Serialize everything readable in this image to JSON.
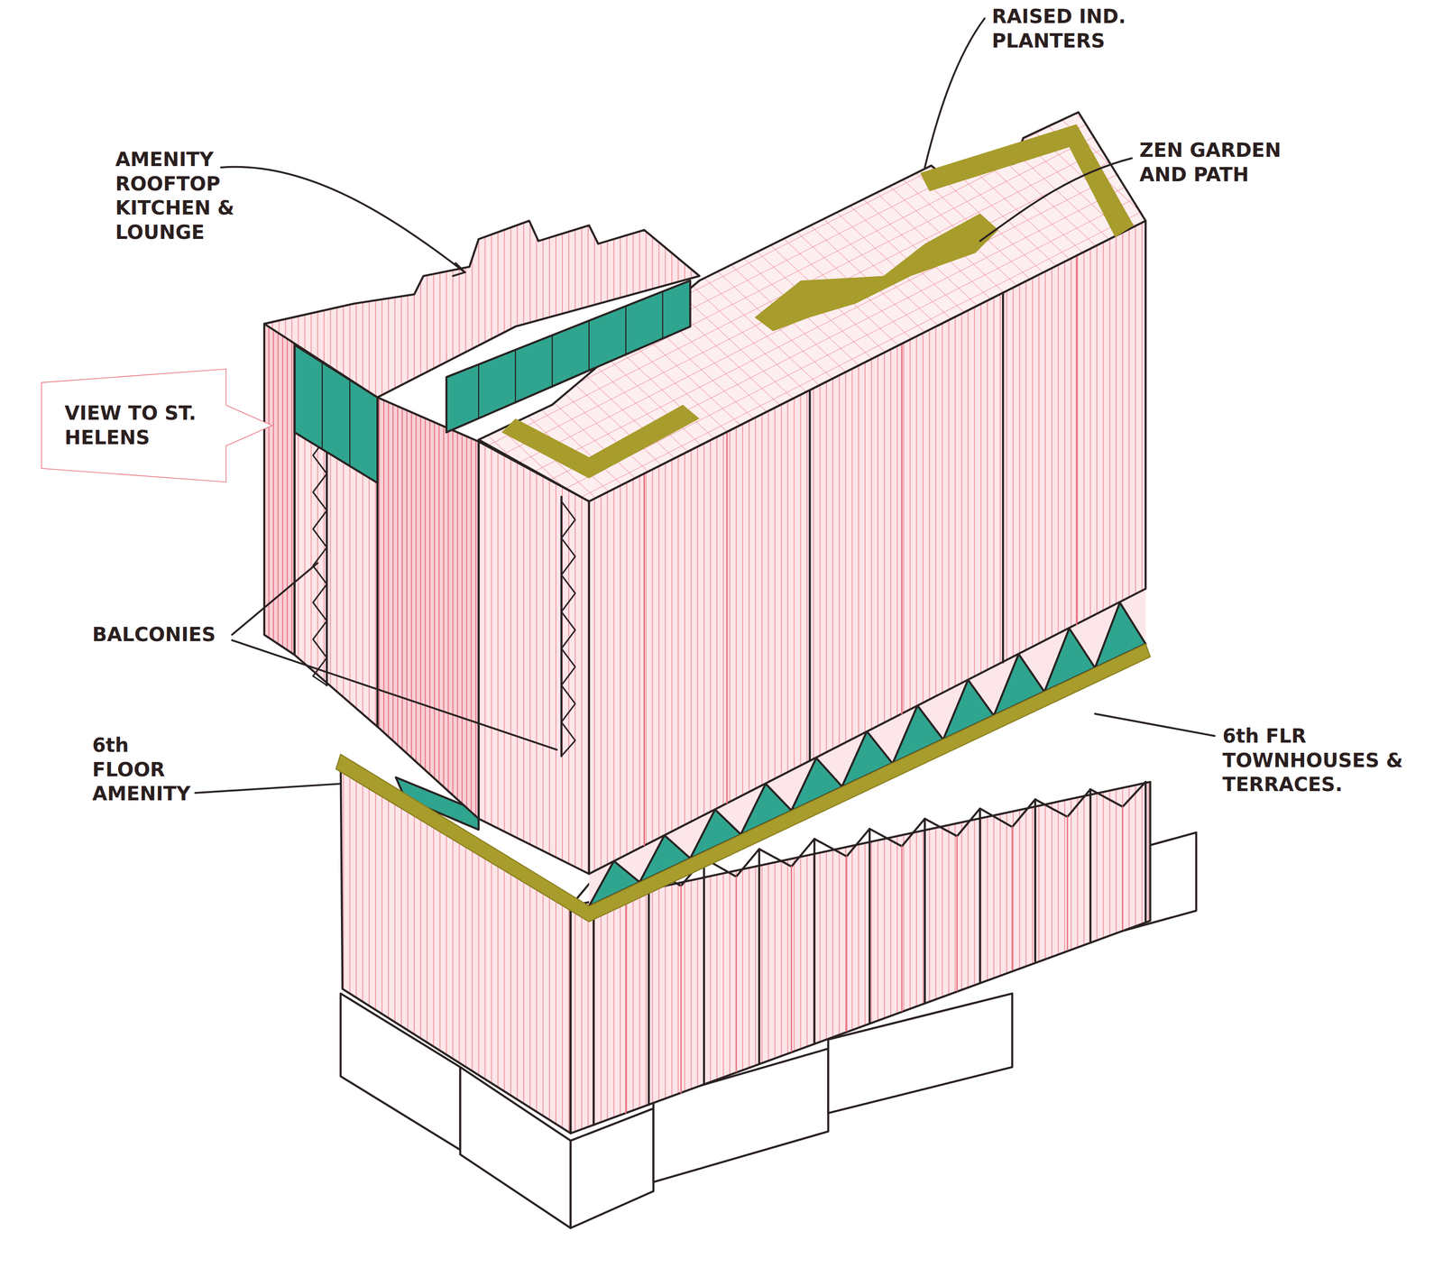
{
  "diagram": {
    "nodes": [
      {
        "text": [
          "VIEW TO ST. HELENS"
        ]
      }
    ],
    "labels": [
      "AMENITY ROOFTOP KITCHEN & LOUNGE",
      "RAISED IND. PLANTERS",
      "ZEN GARDEN AND PATH",
      "BALCONIES",
      "6th FLOOR AMENITY",
      "6th FLR TOWNHOUSES & TERRACES."
    ]
  }
}
